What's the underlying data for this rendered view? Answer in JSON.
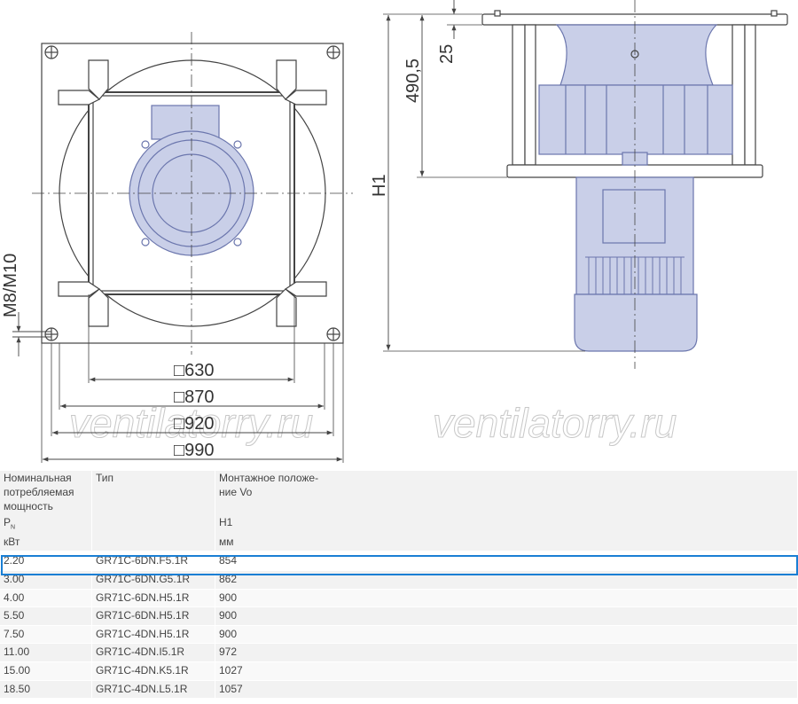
{
  "drawing": {
    "dim_630": "□630",
    "dim_870": "□870",
    "dim_920": "□920",
    "dim_990": "□990",
    "bolt_label": "M8/M10",
    "dim_h1": "H1",
    "dim_490": "490,5",
    "dim_25": "25",
    "watermark_left": "ventilatorry.ru",
    "watermark_right": "ventilatorry.ru"
  },
  "table": {
    "headers": {
      "power_label": "Номинальная потребляемая мощность",
      "type_label": "Тип",
      "mount_label": "Монтажное положе-ние Vo",
      "symbol_p": "P",
      "symbol_sub": "N",
      "symbol_h1": "H1",
      "unit_kw": "кВт",
      "unit_mm": "мм"
    },
    "rows": [
      {
        "power": "2.20",
        "type": "GR71C-6DN.F5.1R",
        "h1": "854"
      },
      {
        "power": "3.00",
        "type": "GR71C-6DN.G5.1R",
        "h1": "862"
      },
      {
        "power": "4.00",
        "type": "GR71C-6DN.H5.1R",
        "h1": "900"
      },
      {
        "power": "5.50",
        "type": "GR71C-6DN.H5.1R",
        "h1": "900"
      },
      {
        "power": "7.50",
        "type": "GR71C-4DN.H5.1R",
        "h1": "900"
      },
      {
        "power": "11.00",
        "type": "GR71C-4DN.I5.1R",
        "h1": "972"
      },
      {
        "power": "15.00",
        "type": "GR71C-4DN.K5.1R",
        "h1": "1027"
      },
      {
        "power": "18.50",
        "type": "GR71C-4DN.L5.1R",
        "h1": "1057"
      }
    ],
    "selected_row": 0
  },
  "colors": {
    "motor_fill": "#c9cfe8",
    "motor_stroke": "#6b76ad",
    "selection": "#1a7fd4",
    "header_bg": "#f2f2f2"
  }
}
